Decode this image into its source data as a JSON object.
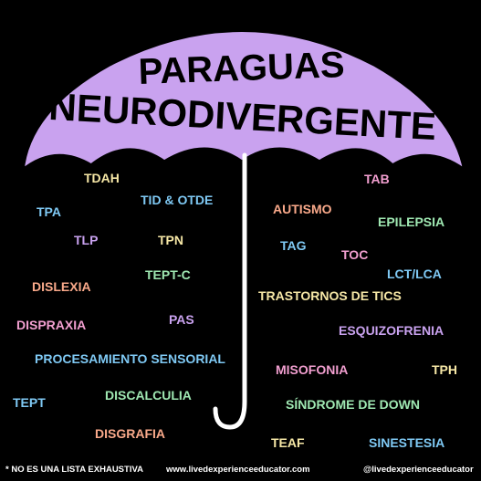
{
  "title": {
    "line1": "PARAGUAS",
    "line2": "NEURODIVERGENTE"
  },
  "colors": {
    "background": "#000000",
    "umbrella": "#c9a2ef",
    "outline": "#000000",
    "handle": "#ffffff"
  },
  "terms": [
    {
      "label": "TDAH",
      "color": "#f6e7a6"
    },
    {
      "label": "TID & OTDE",
      "color": "#7fc9f4"
    },
    {
      "label": "TPA",
      "color": "#7fc9f4"
    },
    {
      "label": "TLP",
      "color": "#c9a2ef"
    },
    {
      "label": "TPN",
      "color": "#f6e7a6"
    },
    {
      "label": "TEPT-C",
      "color": "#9fe8b2"
    },
    {
      "label": "DISLEXIA",
      "color": "#f9a98a"
    },
    {
      "label": "PAS",
      "color": "#c9a2ef"
    },
    {
      "label": "DISPRAXIA",
      "color": "#f29fd0"
    },
    {
      "label": "PROCESAMIENTO SENSORIAL",
      "color": "#7fc9f4"
    },
    {
      "label": "TEPT",
      "color": "#7fc9f4"
    },
    {
      "label": "DISCALCULIA",
      "color": "#9fe8b2"
    },
    {
      "label": "DISGRAFIA",
      "color": "#f9a98a"
    },
    {
      "label": "TAB",
      "color": "#f29fd0"
    },
    {
      "label": "AUTISMO",
      "color": "#f9a98a"
    },
    {
      "label": "EPILEPSIA",
      "color": "#9fe8b2"
    },
    {
      "label": "TAG",
      "color": "#7fc9f4"
    },
    {
      "label": "TOC",
      "color": "#f29fd0"
    },
    {
      "label": "LCT/LCA",
      "color": "#7fc9f4"
    },
    {
      "label": "TRASTORNOS DE TICS",
      "color": "#f6e7a6"
    },
    {
      "label": "ESQUIZOFRENIA",
      "color": "#c9a2ef"
    },
    {
      "label": "MISOFONIA",
      "color": "#f29fd0"
    },
    {
      "label": "TPH",
      "color": "#f6e7a6"
    },
    {
      "label": "SÍNDROME DE DOWN",
      "color": "#9fe8b2"
    },
    {
      "label": "TEAF",
      "color": "#f6e7a6"
    },
    {
      "label": "SINESTESIA",
      "color": "#7fc9f4"
    }
  ],
  "footer": {
    "note": "* NO ES UNA LISTA EXHAUSTIVA",
    "website": "www.livedexperienceeducator.com",
    "handle": "@livedexperienceeducator"
  }
}
